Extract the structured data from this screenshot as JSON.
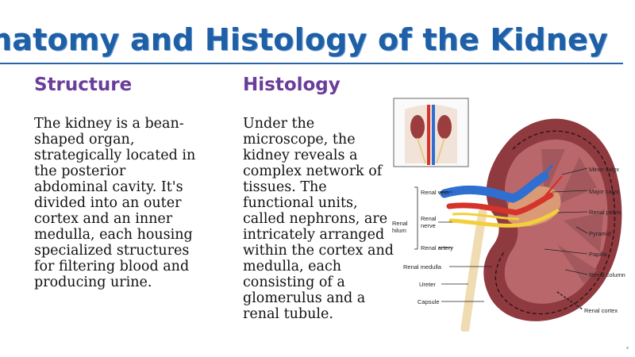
{
  "slide": {
    "title": "natomy and Histology of the Kidney"
  },
  "structure": {
    "heading": "Structure",
    "body": "The kidney is a bean-shaped organ, strategically located in the posterior abdominal cavity. It's divided into an outer cortex and an inner medulla, each housing specialized structures for filtering blood and producing urine."
  },
  "histology": {
    "heading": "Histology",
    "body": "Under the microscope, the kidney reveals a complex network of tissues. The functional units, called nephrons, are intricately arranged within the cortex and medulla, each consisting of a glomerulus and a renal tubule."
  },
  "figure": {
    "labels": {
      "minor_calyx": "Minor calyx",
      "major_calyx": "Major calyx",
      "renal_pelvis": "Renal pelvis",
      "pyramid": "Pyramid",
      "papilla": "Papilla",
      "renal_column": "Renal column",
      "renal_cortex": "Renal cortex",
      "renal_vein": "Renal vein",
      "renal_nerve_1": "Renal",
      "renal_nerve_2": "nerve",
      "renal_hilum_1": "Renal",
      "renal_hilum_2": "hilum",
      "renal_artery": "Renal artery",
      "renal_medulla": "Renal medulla",
      "ureter": "Ureter",
      "capsule": "Capsule"
    }
  },
  "colors": {
    "title": "#1f5fa6",
    "heading": "#6a3d9a",
    "kidney": "#8e3a3f",
    "medulla": "#b9676b",
    "vein": "#2f6fd1",
    "artery": "#d6332b",
    "nerve": "#f3cf3c"
  }
}
